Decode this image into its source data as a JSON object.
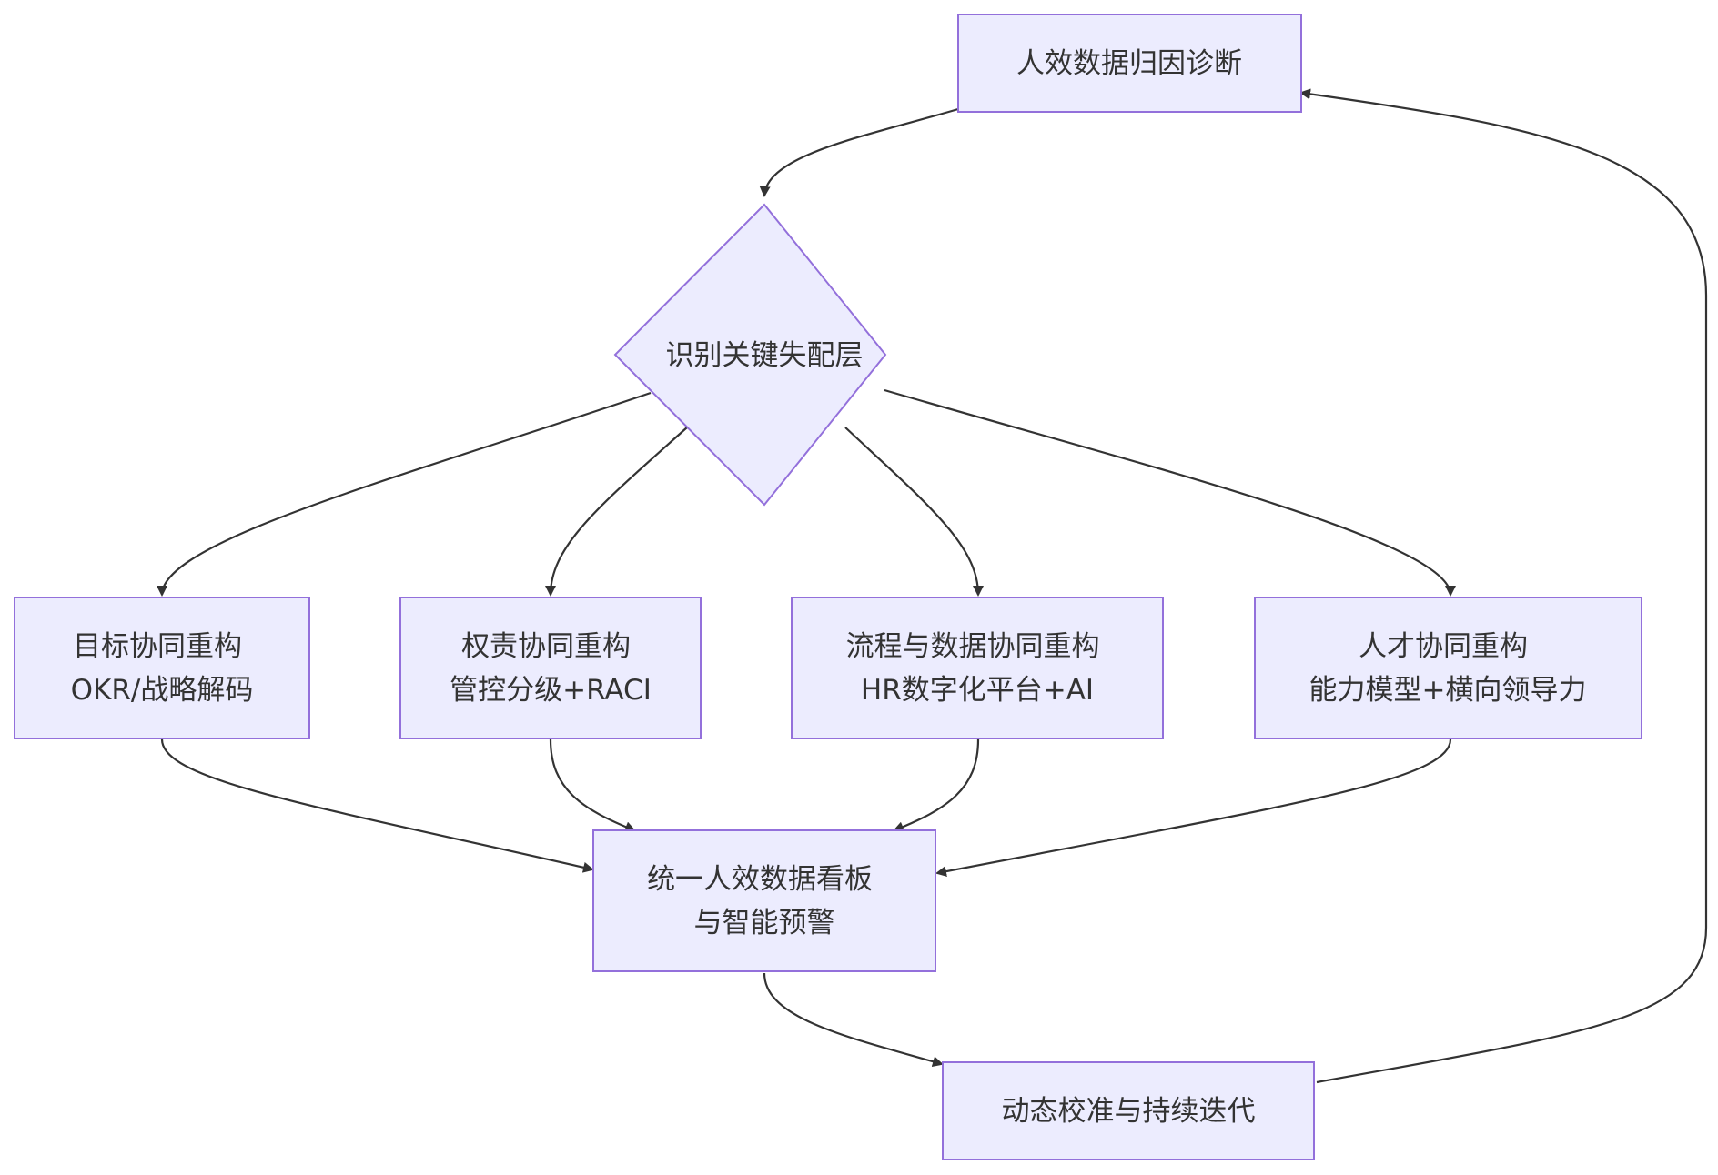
{
  "nodes": {
    "diagnosis": {
      "lines": [
        "人效数据归因诊断"
      ]
    },
    "identify": {
      "lines": [
        "识别关键失配层"
      ]
    },
    "goal": {
      "lines": [
        "目标协同重构",
        "OKR/战略解码"
      ]
    },
    "authority": {
      "lines": [
        "权责协同重构",
        "管控分级+RACI"
      ]
    },
    "process": {
      "lines": [
        "流程与数据协同重构",
        "HR数字化平台+AI"
      ]
    },
    "talent": {
      "lines": [
        "人才协同重构",
        "能力模型+横向领导力"
      ]
    },
    "dashboard": {
      "lines": [
        "统一人效数据看板",
        "与智能预警"
      ]
    },
    "calibrate": {
      "lines": [
        "动态校准与持续迭代"
      ]
    }
  },
  "colors": {
    "node_fill": "#ececfe",
    "node_stroke": "#9370db",
    "edge": "#333333",
    "text": "#333333"
  }
}
